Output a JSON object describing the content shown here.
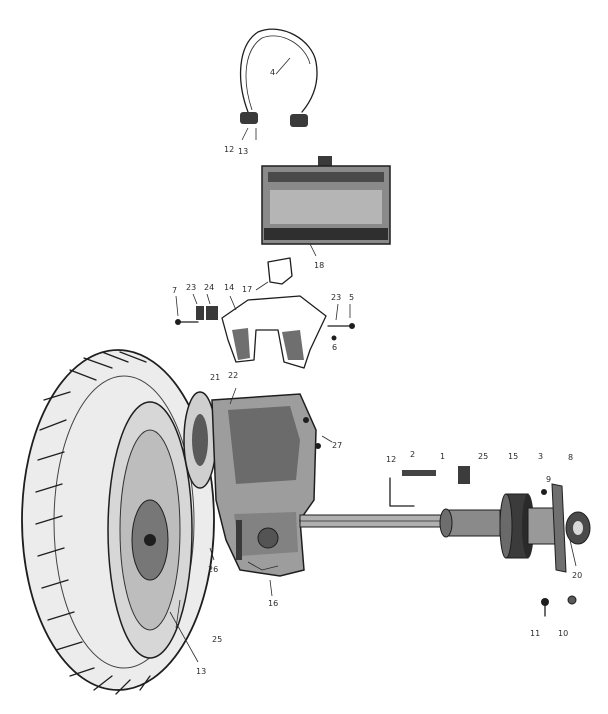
{
  "diagram": {
    "labels": {
      "p4": "4",
      "p12a": "12",
      "p13a": "13",
      "p18": "18",
      "p17": "17",
      "p7": "7",
      "p23a": "23",
      "p24": "24",
      "p14": "14",
      "p23b": "23",
      "p5": "5",
      "p6": "6",
      "p21": "21",
      "p22": "22",
      "p27": "27",
      "p12b": "12",
      "p2": "2",
      "p1": "1",
      "p25a": "25",
      "p15": "15",
      "p3": "3",
      "p8": "8",
      "p9": "9",
      "p20": "20",
      "p26": "26",
      "p16": "16",
      "p25b": "25",
      "p13b": "13",
      "p11": "11",
      "p10": "10"
    }
  }
}
